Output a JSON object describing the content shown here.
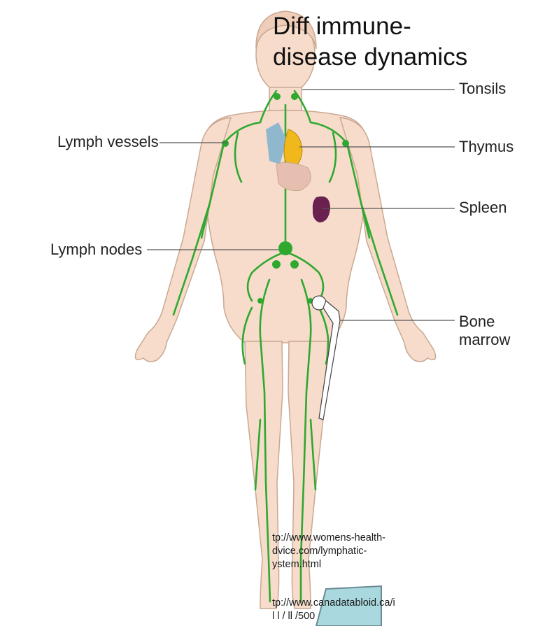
{
  "title": "Diff immune-\ndisease dynamics",
  "labels": {
    "tonsils": "Tonsils",
    "lymph_vessels": "Lymph vessels",
    "thymus": "Thymus",
    "spleen": "Spleen",
    "lymph_nodes": "Lymph nodes",
    "bone_marrow": "Bone\nmarrow"
  },
  "credits": {
    "source_1": "tp://www.womens-health-\ndvice.com/lymphatic-\nystem.html",
    "source_2": "tp://www.canadatabloid.ca/i\nl      l  /    ll   /500"
  },
  "colors": {
    "skin": "#f7dccb",
    "skin_outline": "#c9a892",
    "lymph": "#2fa82f",
    "spleen": "#6b2150",
    "thymus": "#f0b81a",
    "callout": "#a9d9de"
  },
  "icons": {
    "callout_shape": "arrow-callout-icon"
  }
}
